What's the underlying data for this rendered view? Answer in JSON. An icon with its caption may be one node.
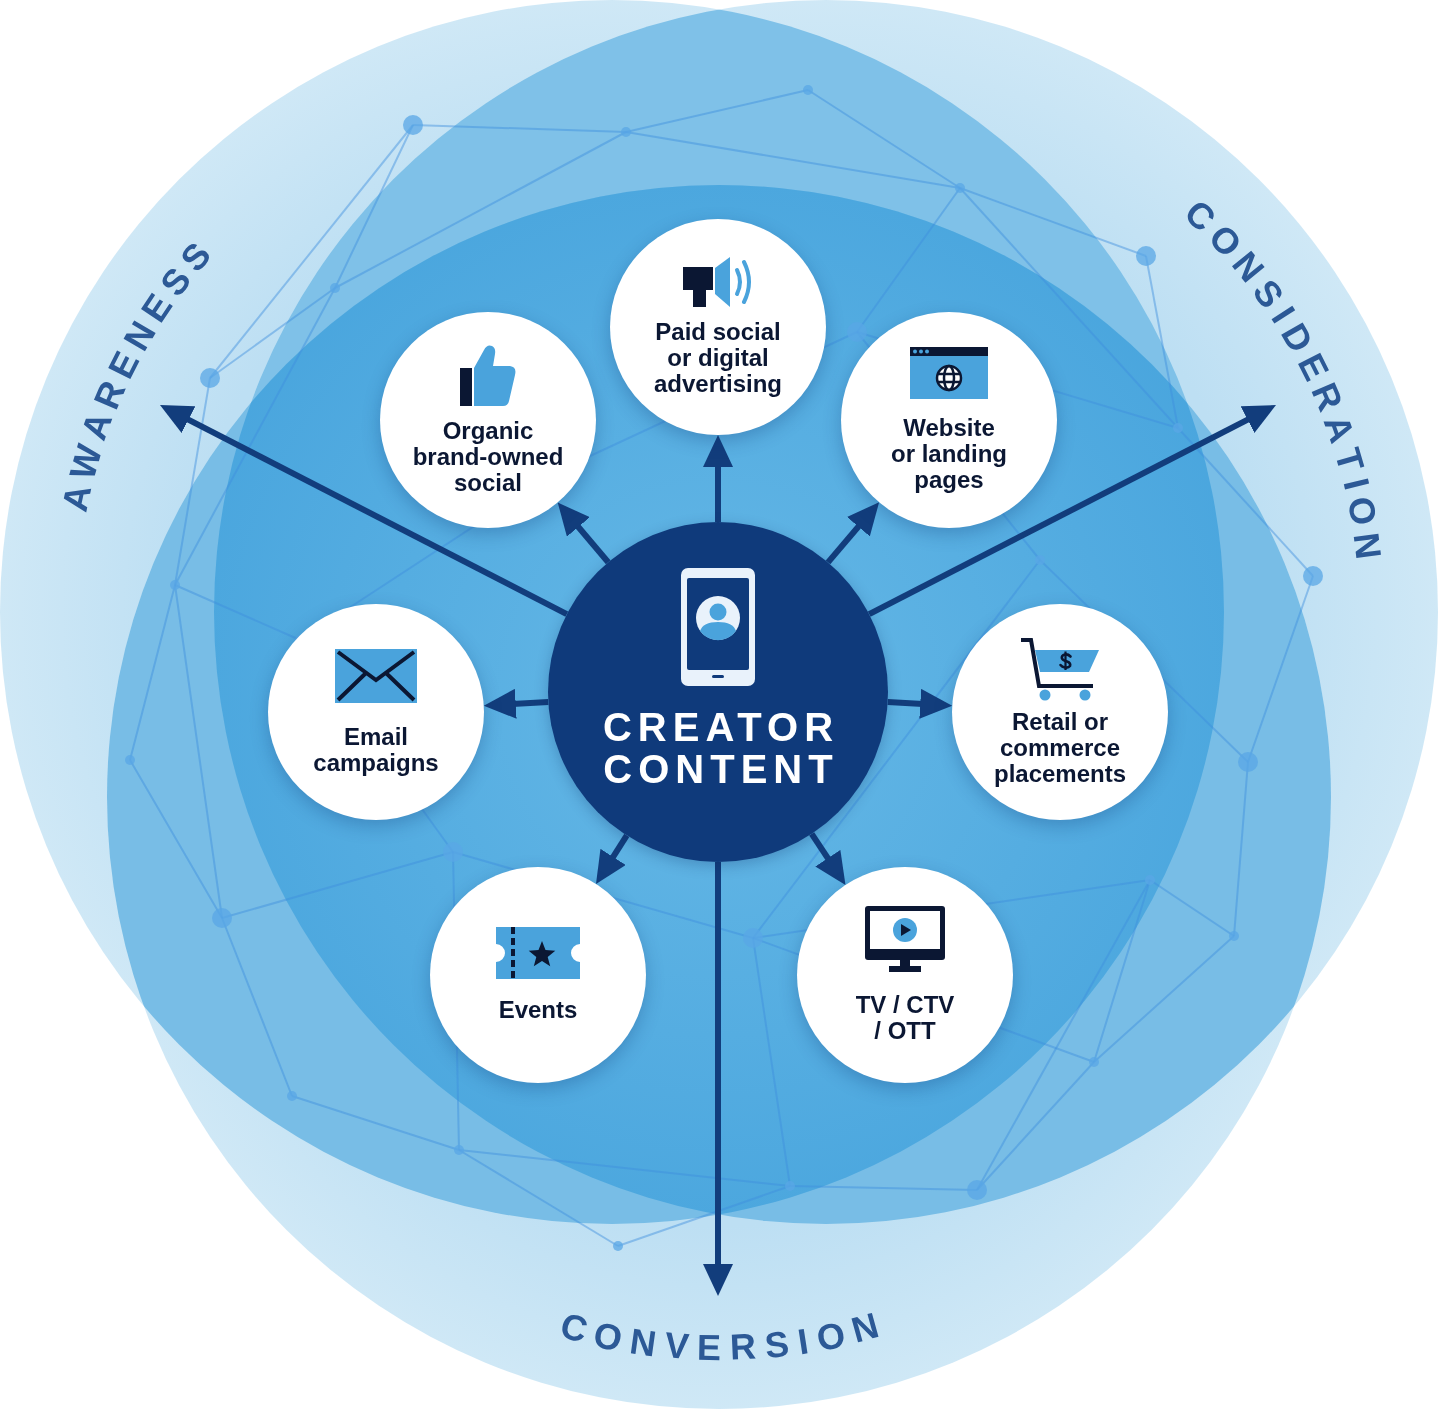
{
  "diagram": {
    "nodes": [
      {
        "text": [
          "AWARENESS"
        ]
      },
      {
        "text": [
          "Paid social or digital advertising"
        ]
      },
      {
        "text": [
          "CONSIDERATION"
        ]
      },
      {
        "text": [
          "Organic brand-owned social"
        ]
      },
      {
        "text": [
          "Website or landing pages"
        ]
      },
      {
        "text": [
          "Email campaigns"
        ]
      },
      {
        "text": [
          "CREATOR CONTENT"
        ]
      },
      {
        "text": [
          "Retail or commerce placements"
        ]
      },
      {
        "text": [
          "Events"
        ]
      },
      {
        "text": [
          "TV / CTV / OTT"
        ]
      },
      {
        "text": [
          "CONVERSION"
        ]
      }
    ],
    "edges": [
      {
        "from": 6,
        "to": 0,
        "arrow": "to"
      },
      {
        "from": 6,
        "to": 1,
        "arrow": "to"
      },
      {
        "from": 6,
        "to": 2,
        "arrow": "to"
      },
      {
        "from": 6,
        "to": 3,
        "arrow": "to"
      },
      {
        "from": 6,
        "to": 4,
        "arrow": "to"
      },
      {
        "from": 6,
        "to": 5,
        "arrow": "to"
      },
      {
        "from": 6,
        "to": 7,
        "arrow": "to"
      },
      {
        "from": 6,
        "to": 8,
        "arrow": "to"
      },
      {
        "from": 6,
        "to": 9,
        "arrow": "to"
      },
      {
        "from": 6,
        "to": 10,
        "arrow": "to"
      }
    ]
  }
}
